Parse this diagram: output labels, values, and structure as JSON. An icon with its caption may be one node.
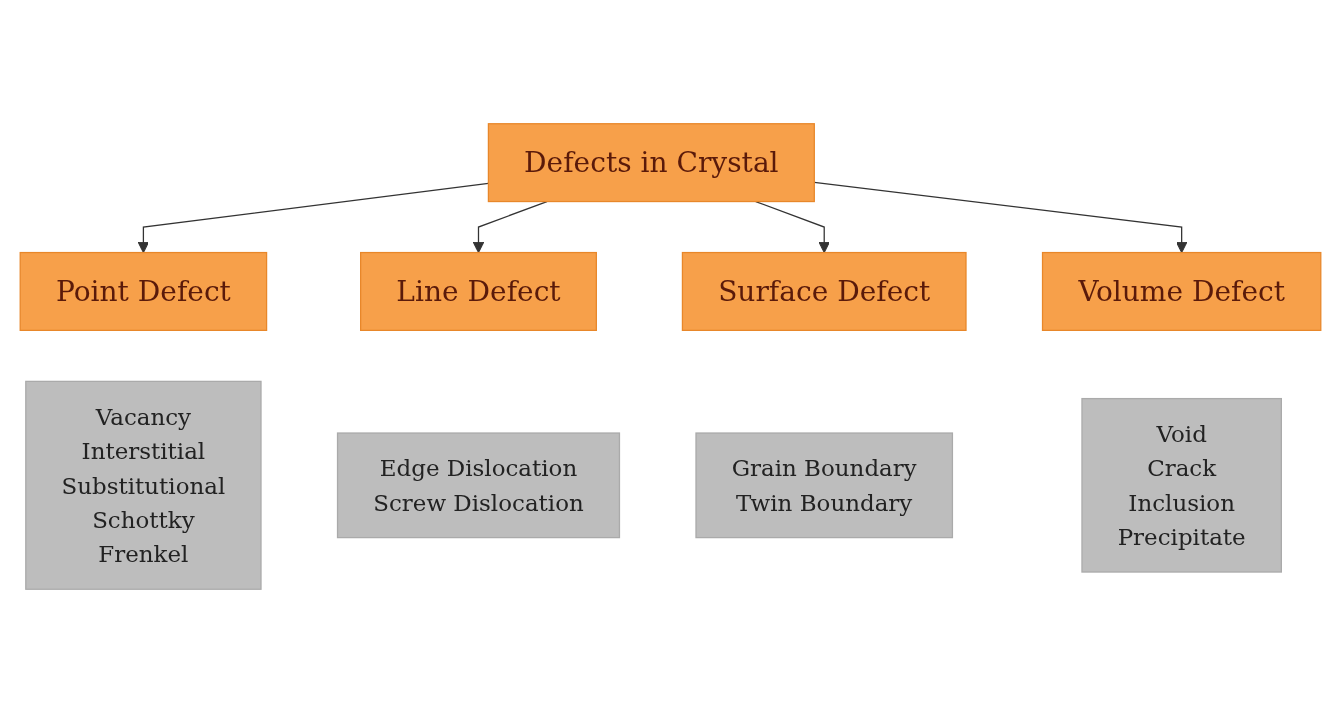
{
  "diagram": {
    "nodes": [
      {
        "text": [
          "Defects in Crystal"
        ]
      },
      {
        "text": [
          "Point Defect"
        ]
      },
      {
        "text": [
          "Vacancy",
          "Interstitial",
          "Substitutional",
          "Schottky",
          "Frenkel"
        ]
      },
      {
        "text": [
          "Line Defect"
        ]
      },
      {
        "text": [
          "Edge Dislocation",
          "Screw Dislocation"
        ]
      },
      {
        "text": [
          "Surface Defect"
        ]
      },
      {
        "text": [
          "Grain Boundary",
          "Twin Boundary"
        ]
      },
      {
        "text": [
          "Volume Defect"
        ]
      },
      {
        "text": [
          "Void",
          "Crack",
          "Inclusion",
          "Precipitate"
        ]
      }
    ],
    "edges": [
      {
        "from": 0,
        "to": 1,
        "arrow": "to"
      },
      {
        "from": 0,
        "to": 3,
        "arrow": "to"
      },
      {
        "from": 0,
        "to": 5,
        "arrow": "to"
      },
      {
        "from": 0,
        "to": 7,
        "arrow": "to"
      }
    ]
  }
}
